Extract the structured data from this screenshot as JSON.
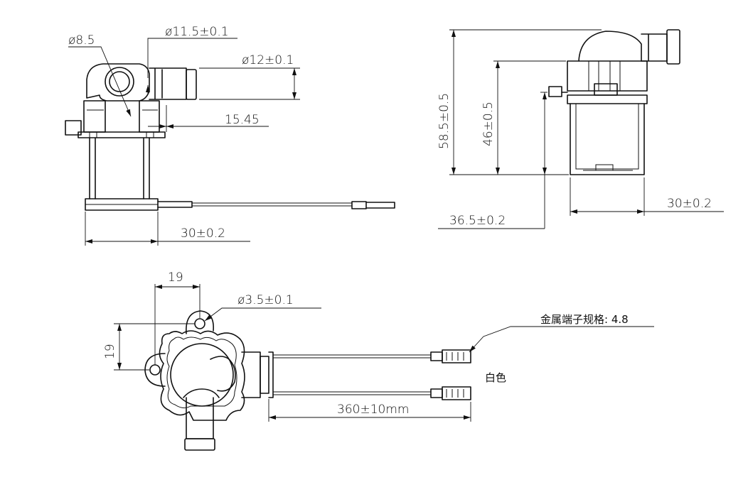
{
  "side_view": {
    "dim_hole_diameter": "ø8.5",
    "dim_outer_diameter_1": "ø11.5±0.1",
    "dim_outer_diameter_2": "ø12±0.1",
    "dim_offset": "15.45",
    "dim_width": "30±0.2"
  },
  "front_view": {
    "dim_total_height": "58.5±0.5",
    "dim_body_height": "46±0.5",
    "dim_depth": "36.5±0.2",
    "dim_width": "30±0.2"
  },
  "top_view": {
    "dim_mount_offset_x": "19",
    "dim_mount_hole": "ø3.5±0.1",
    "dim_mount_offset_y": "19",
    "dim_cable_length": "360±10mm",
    "note_terminal_spec": "金属端子规格: 4.8",
    "note_wire_color": "白色"
  }
}
